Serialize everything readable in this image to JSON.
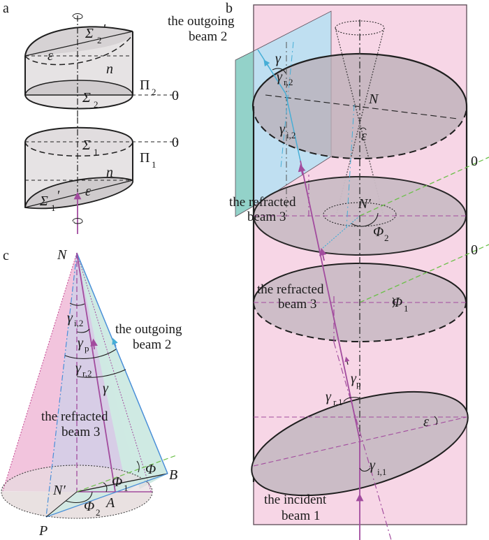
{
  "figure": {
    "panels": {
      "a": {
        "label": "a",
        "upper_prism": {
          "top_face": "Σ",
          "top_face_sub": "2",
          "top_face_prime": "′",
          "bottom_face": "Σ",
          "bottom_face_sub": "2",
          "wedge_angle": "ε",
          "index": "n",
          "plane": "Π",
          "plane_sub": "2",
          "zero_mark": "0"
        },
        "lower_prism": {
          "top_face": "Σ",
          "top_face_sub": "1",
          "bottom_face": "Σ",
          "bottom_face_sub": "1",
          "bottom_face_prime": "′",
          "wedge_angle": "ε",
          "index": "n",
          "plane": "Π",
          "plane_sub": "1",
          "zero_mark": "0"
        }
      },
      "b": {
        "label": "b",
        "outgoing_beam_line1": "the outgoing",
        "outgoing_beam_line2": "beam 2",
        "refracted_beam_upper_line1": "the refracted",
        "refracted_beam_upper_line2": "beam 3",
        "refracted_beam_lower_line1": "the refracted",
        "refracted_beam_lower_line2": "beam 3",
        "incident_beam_line1": "the incident",
        "incident_beam_line2": "beam 1",
        "gamma": "γ",
        "gamma_r2": "γ",
        "gamma_r2_sub": "r,2",
        "gamma_i2": "γ",
        "gamma_i2_sub": "i,2",
        "point_N": "N",
        "epsilon_top": "ε",
        "point_N_prime": "N′",
        "phi2": "Φ",
        "phi2_sub": "2",
        "phi1": "Φ",
        "phi1_sub": "1",
        "zero_upper": "0",
        "zero_lower": "0",
        "gamma_p": "γ",
        "gamma_p_sub": "p",
        "gamma_r1": "γ",
        "gamma_r1_sub": "r,1",
        "epsilon_bottom": "ε",
        "gamma_i1": "γ",
        "gamma_i1_sub": "i,1"
      },
      "c": {
        "label": "c",
        "point_N": "N",
        "gamma_i2": "γ",
        "gamma_i2_sub": "i,2",
        "gamma_p": "γ",
        "gamma_p_sub": "p",
        "gamma_r2": "γ",
        "gamma_r2_sub": "r,2",
        "gamma": "γ",
        "outgoing_beam_line1": "the outgoing",
        "outgoing_beam_line2": "beam 2",
        "refracted_beam_line1": "the refracted",
        "refracted_beam_line2": "beam 3",
        "phi": "Φ",
        "phi1": "Φ",
        "phi1_sub": "1",
        "phi2": "Φ",
        "phi2_sub": "2",
        "point_B": "B",
        "point_A": "A",
        "point_N_prime": "N′",
        "point_P": "P"
      }
    },
    "colors": {
      "panel_b_background": "#f7d6e6",
      "prism_fill_gray": "#cfc3cb",
      "prism_a_fill": "#e6e3e4",
      "prism_a_face": "#cfcbcd",
      "screen_blue": "#bde0f2",
      "screen_teal": "#93d2c9",
      "beam_purple": "#a24c9e",
      "beam_cyan": "#46aed6",
      "axis_green": "#6cc04a",
      "cone_pink": "#f2c4dd",
      "cone_lavender": "#d7cde6",
      "cone_mint": "#cfeae3",
      "line_dark": "#1f1f1f"
    }
  }
}
